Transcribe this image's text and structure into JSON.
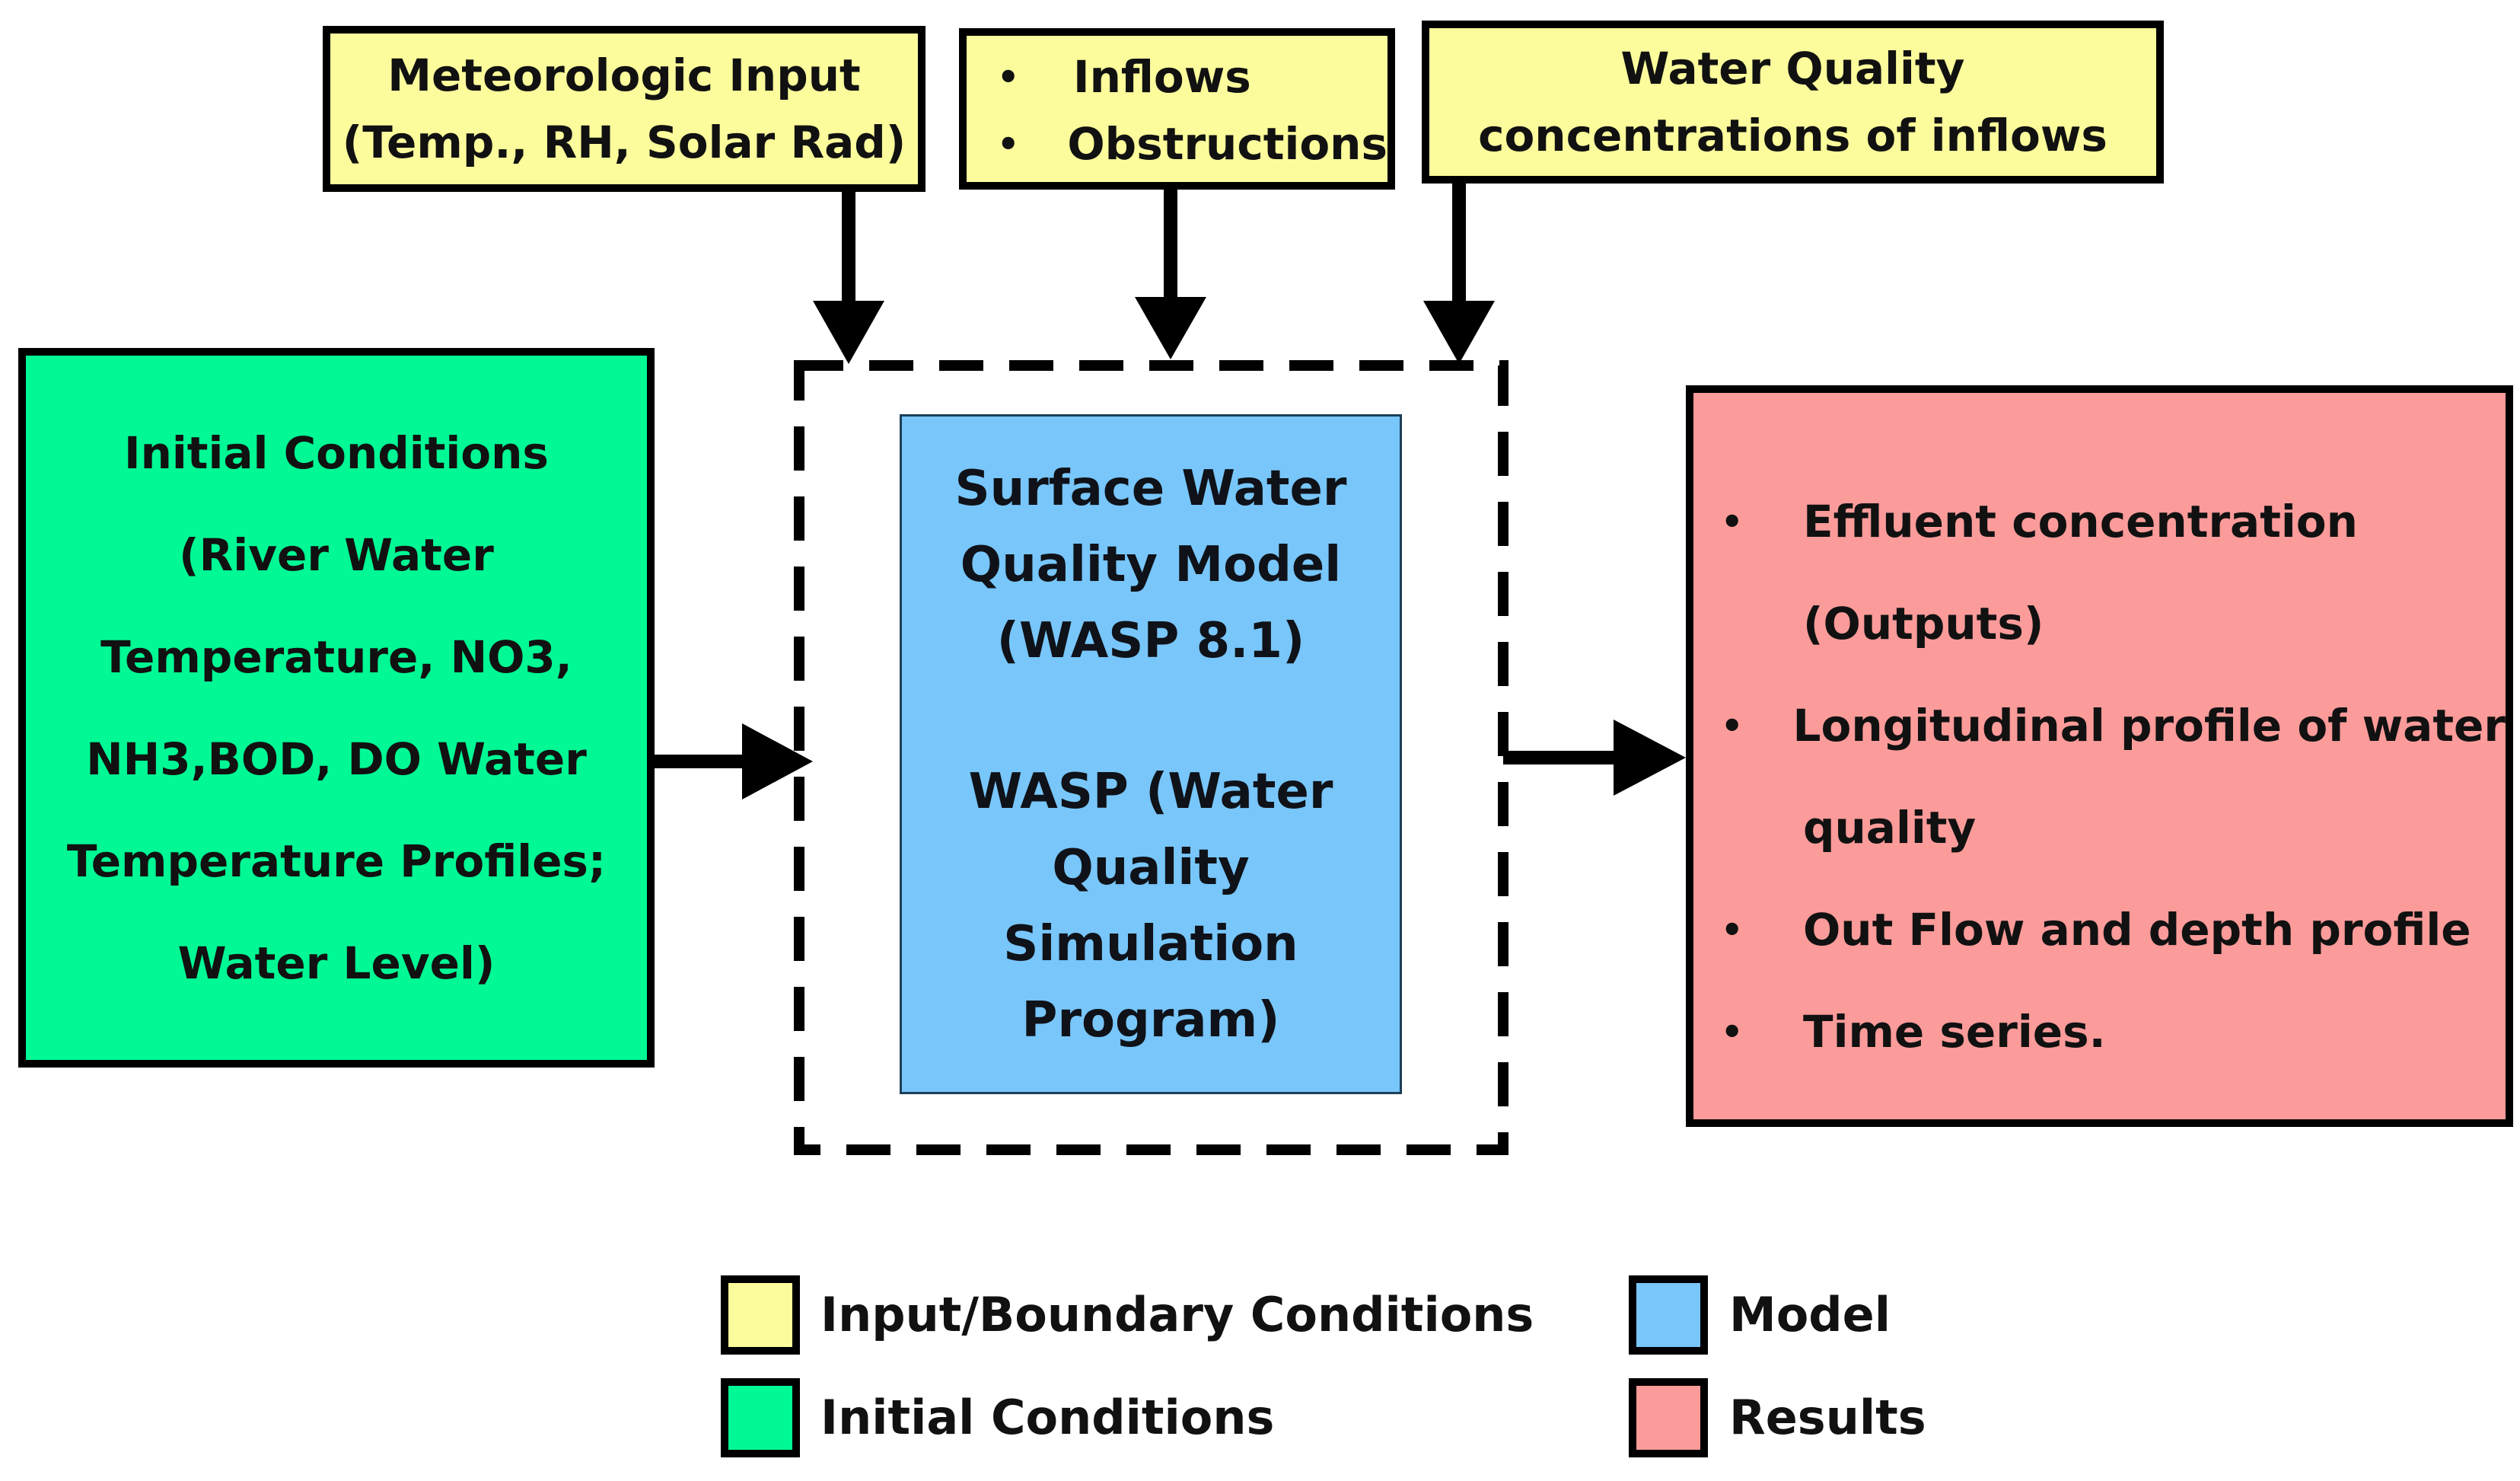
{
  "boxes": {
    "meteorologic": {
      "lines": [
        "Meteorologic Input",
        "(Temp., RH, Solar Rad)"
      ],
      "color": "#fcfc9c"
    },
    "inflows": {
      "bullets": [
        "Inflows",
        "Obstructions"
      ],
      "color": "#fcfc9c"
    },
    "water_quality": {
      "lines": [
        "Water Quality",
        "concentrations of inflows"
      ],
      "color": "#fcfc9c"
    },
    "initial_conditions": {
      "lines": [
        "Initial Conditions",
        "(River Water",
        "Temperature, NO3,",
        "NH3,BOD, DO Water",
        "Temperature Profiles;",
        "Water Level)"
      ],
      "color": "#00f994"
    },
    "model": {
      "lines_top": [
        "Surface Water",
        "Quality Model",
        "(WASP 8.1)"
      ],
      "lines_bottom": [
        "WASP (Water",
        "Quality",
        "Simulation",
        "Program)"
      ],
      "color": "#78c6fa"
    },
    "results": {
      "rows": [
        {
          "bullet": true,
          "text": "Effluent concentration"
        },
        {
          "bullet": false,
          "text": "(Outputs)"
        },
        {
          "bullet": true,
          "text": "Longitudinal profile of water"
        },
        {
          "bullet": false,
          "text": "quality"
        },
        {
          "bullet": true,
          "text": "Out Flow and depth profile"
        },
        {
          "bullet": true,
          "text": "Time series."
        }
      ],
      "color": "#fb9b9a"
    }
  },
  "legend": {
    "input": {
      "label": "Input/Boundary Conditions",
      "color": "#fcfc9c"
    },
    "initial": {
      "label": "Initial Conditions",
      "color": "#00f994"
    },
    "model": {
      "label": "Model",
      "color": "#78c6fa"
    },
    "results": {
      "label": "Results",
      "color": "#fb9b9a"
    }
  },
  "bullet_char": "•"
}
